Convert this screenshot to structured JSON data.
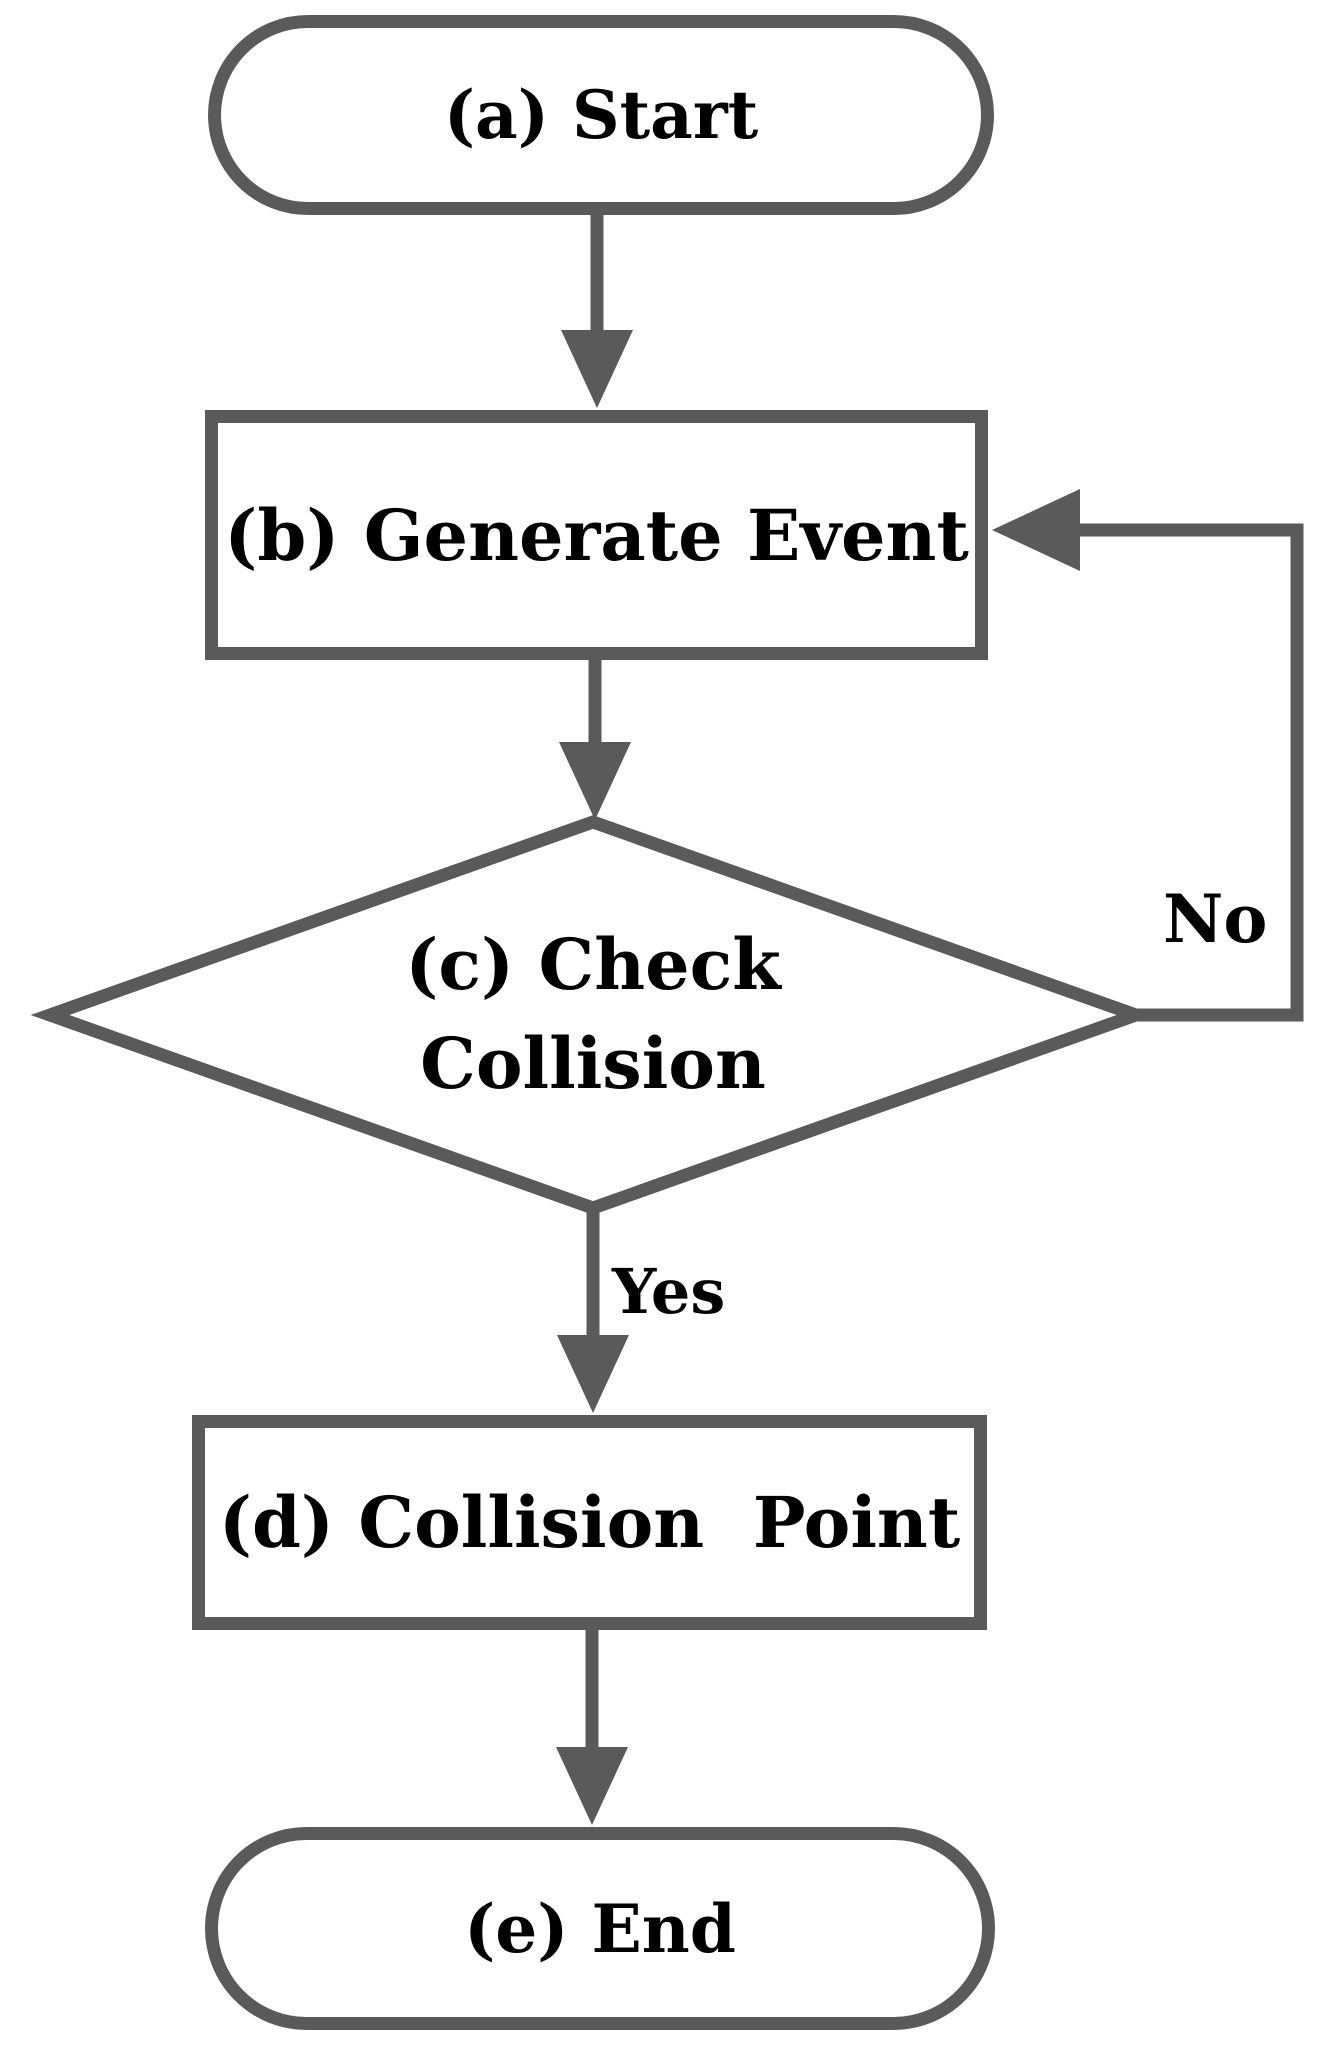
{
  "diagram": {
    "type": "flowchart",
    "title": "Collision event flowchart",
    "colors": {
      "stroke": "#5a5a5a",
      "node_fill": "#ffffff",
      "text": "#000000",
      "background": "#ffffff"
    },
    "nodes": [
      {
        "id": "a",
        "shape": "terminator",
        "label": "(a) Start"
      },
      {
        "id": "b",
        "shape": "process",
        "label": "(b) Generate Event"
      },
      {
        "id": "c",
        "shape": "decision",
        "label": "(c) Check Collision",
        "lines": [
          "(c) Check",
          "Collision"
        ]
      },
      {
        "id": "d",
        "shape": "process",
        "label": "(d) Collision  Point"
      },
      {
        "id": "e",
        "shape": "terminator",
        "label": "(e) End"
      }
    ],
    "edges": [
      {
        "from": "a",
        "to": "b",
        "label": ""
      },
      {
        "from": "b",
        "to": "c",
        "label": ""
      },
      {
        "from": "c",
        "to": "d",
        "label": "Yes"
      },
      {
        "from": "c",
        "to": "b",
        "label": "No"
      },
      {
        "from": "d",
        "to": "e",
        "label": ""
      }
    ]
  }
}
